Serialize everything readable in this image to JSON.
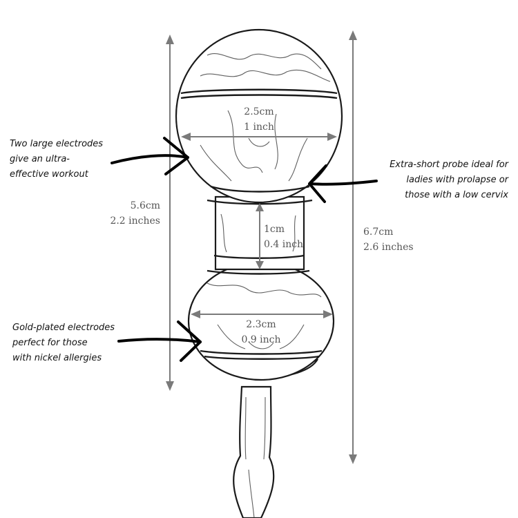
{
  "dimensions": {
    "top_width": {
      "cm": "2.5cm",
      "inch": "1 inch"
    },
    "neck_length": {
      "cm": "1cm",
      "inch": "0.4 inch"
    },
    "bottom_width": {
      "cm": "2.3cm",
      "inch": "0.9 inch"
    },
    "body_length": {
      "cm": "5.6cm",
      "inch": "2.2 inches"
    },
    "total_length": {
      "cm": "6.7cm",
      "inch": "2.6 inches"
    }
  },
  "callouts": {
    "top_left": [
      "Two large electrodes",
      "give an ultra-",
      "effective workout"
    ],
    "right": [
      "Extra-short probe ideal for",
      "ladies with prolapse or",
      "those with a low cervix"
    ],
    "bottom_left": [
      "Gold-plated electrodes",
      "perfect for those",
      "with nickel allergies"
    ]
  },
  "colors": {
    "outline": "#1a1a1a",
    "dimension_line": "#7a7a7a",
    "dimension_text": "#555555",
    "annotation_text": "#111111"
  }
}
